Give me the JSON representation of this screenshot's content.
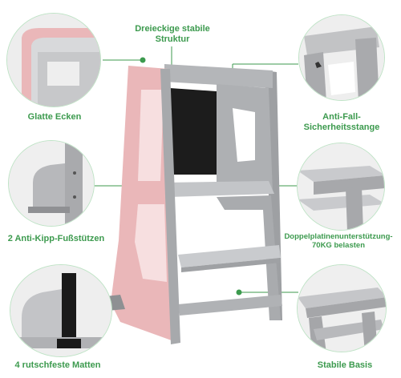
{
  "callouts": {
    "top": {
      "line1": "Dreieckige stabile",
      "line2": "Struktur"
    },
    "corners": "Glatte Ecken",
    "antifall": {
      "line1": "Anti-Fall-",
      "line2": "Sicherheitsstange"
    },
    "feet": "2 Anti-Kipp-Fußstützen",
    "support": {
      "line1": "Doppelplatinenunterstützung-",
      "line2": "70KG belasten"
    },
    "mats": "4 rutschfeste Matten",
    "base": "Stabile Basis"
  },
  "colors": {
    "accent": "#3c9a4e",
    "pink_panel": "#eab7b9",
    "tower_gray": "#a6a8ab",
    "board": "#1c1c1c"
  }
}
